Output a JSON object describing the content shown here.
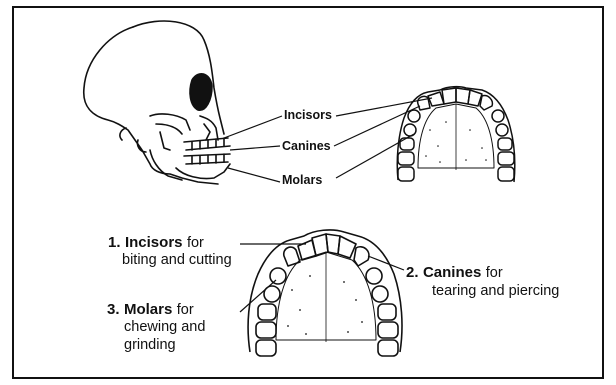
{
  "top_labels": {
    "incisors": "Incisors",
    "canines": "Canines",
    "molars": "Molars"
  },
  "bottom_labels": {
    "incisors": {
      "number": "1.",
      "name": "Incisors",
      "line1": "for",
      "line2": "biting and cutting"
    },
    "canines": {
      "number": "2.",
      "name": "Canines",
      "line1": "for",
      "line2": "tearing and piercing"
    },
    "molars": {
      "number": "3.",
      "name": "Molars",
      "line1": "for",
      "line2": "chewing and",
      "line3": "grinding"
    }
  },
  "icons": {
    "skull": "skull-illustration-icon",
    "upper_jaw_top": "upper-dental-arch-icon",
    "upper_jaw_bottom": "upper-dental-arch-large-icon"
  }
}
